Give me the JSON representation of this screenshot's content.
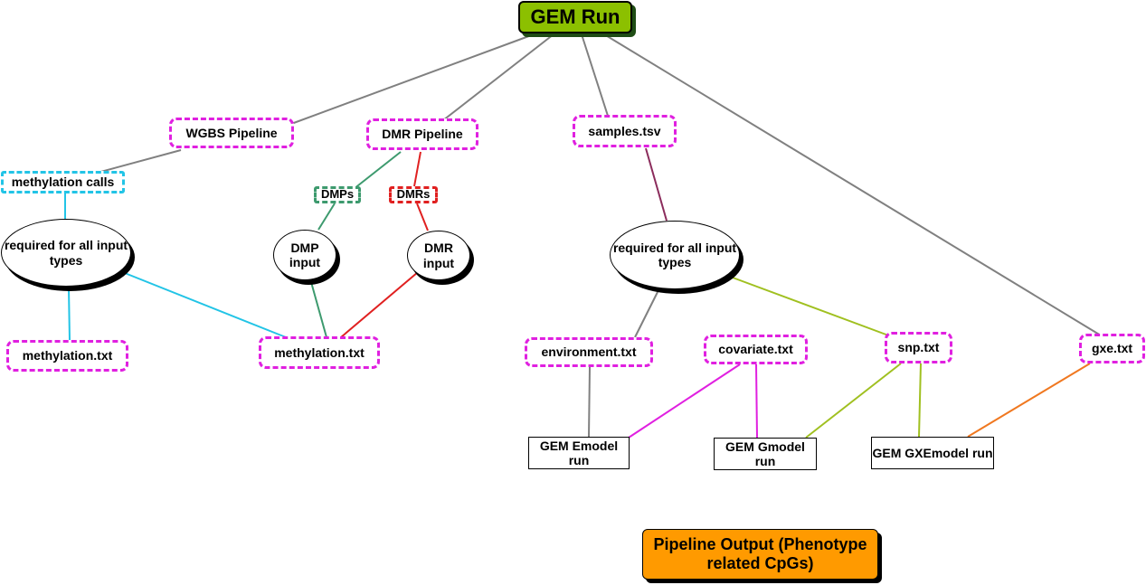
{
  "nodes": {
    "gem_run": "GEM Run",
    "wgbs_pipeline": "WGBS Pipeline",
    "dmr_pipeline": "DMR Pipeline",
    "samples_tsv": "samples.tsv",
    "methylation_calls": "methylation calls",
    "dmps": "DMPs",
    "dmrs": "DMRs",
    "required_left": "required for all input types",
    "dmp_input": "DMP input",
    "dmr_input": "DMR input",
    "required_right": "required for all input types",
    "methylation_txt_1": "methylation.txt",
    "methylation_txt_2": "methylation.txt",
    "environment_txt": "environment.txt",
    "covariate_txt": "covariate.txt",
    "snp_txt": "snp.txt",
    "gxe_txt": "gxe.txt",
    "gem_emodel": "GEM Emodel run",
    "gem_gmodel": "GEM Gmodel run",
    "gem_gxemodel": "GEM GXEmodel run",
    "pipeline_output": "Pipeline Output (Phenotype related CpGs)"
  },
  "colors": {
    "grey": "#808080",
    "cyan": "#22c4e6",
    "green": "#3d9a6e",
    "red": "#e02020",
    "purple": "#8b2c5c",
    "olive": "#a0c020",
    "magenta": "#e020e0",
    "orange": "#f07820",
    "gem_run_fill": "#8cc000",
    "output_fill": "#ff9a00"
  }
}
